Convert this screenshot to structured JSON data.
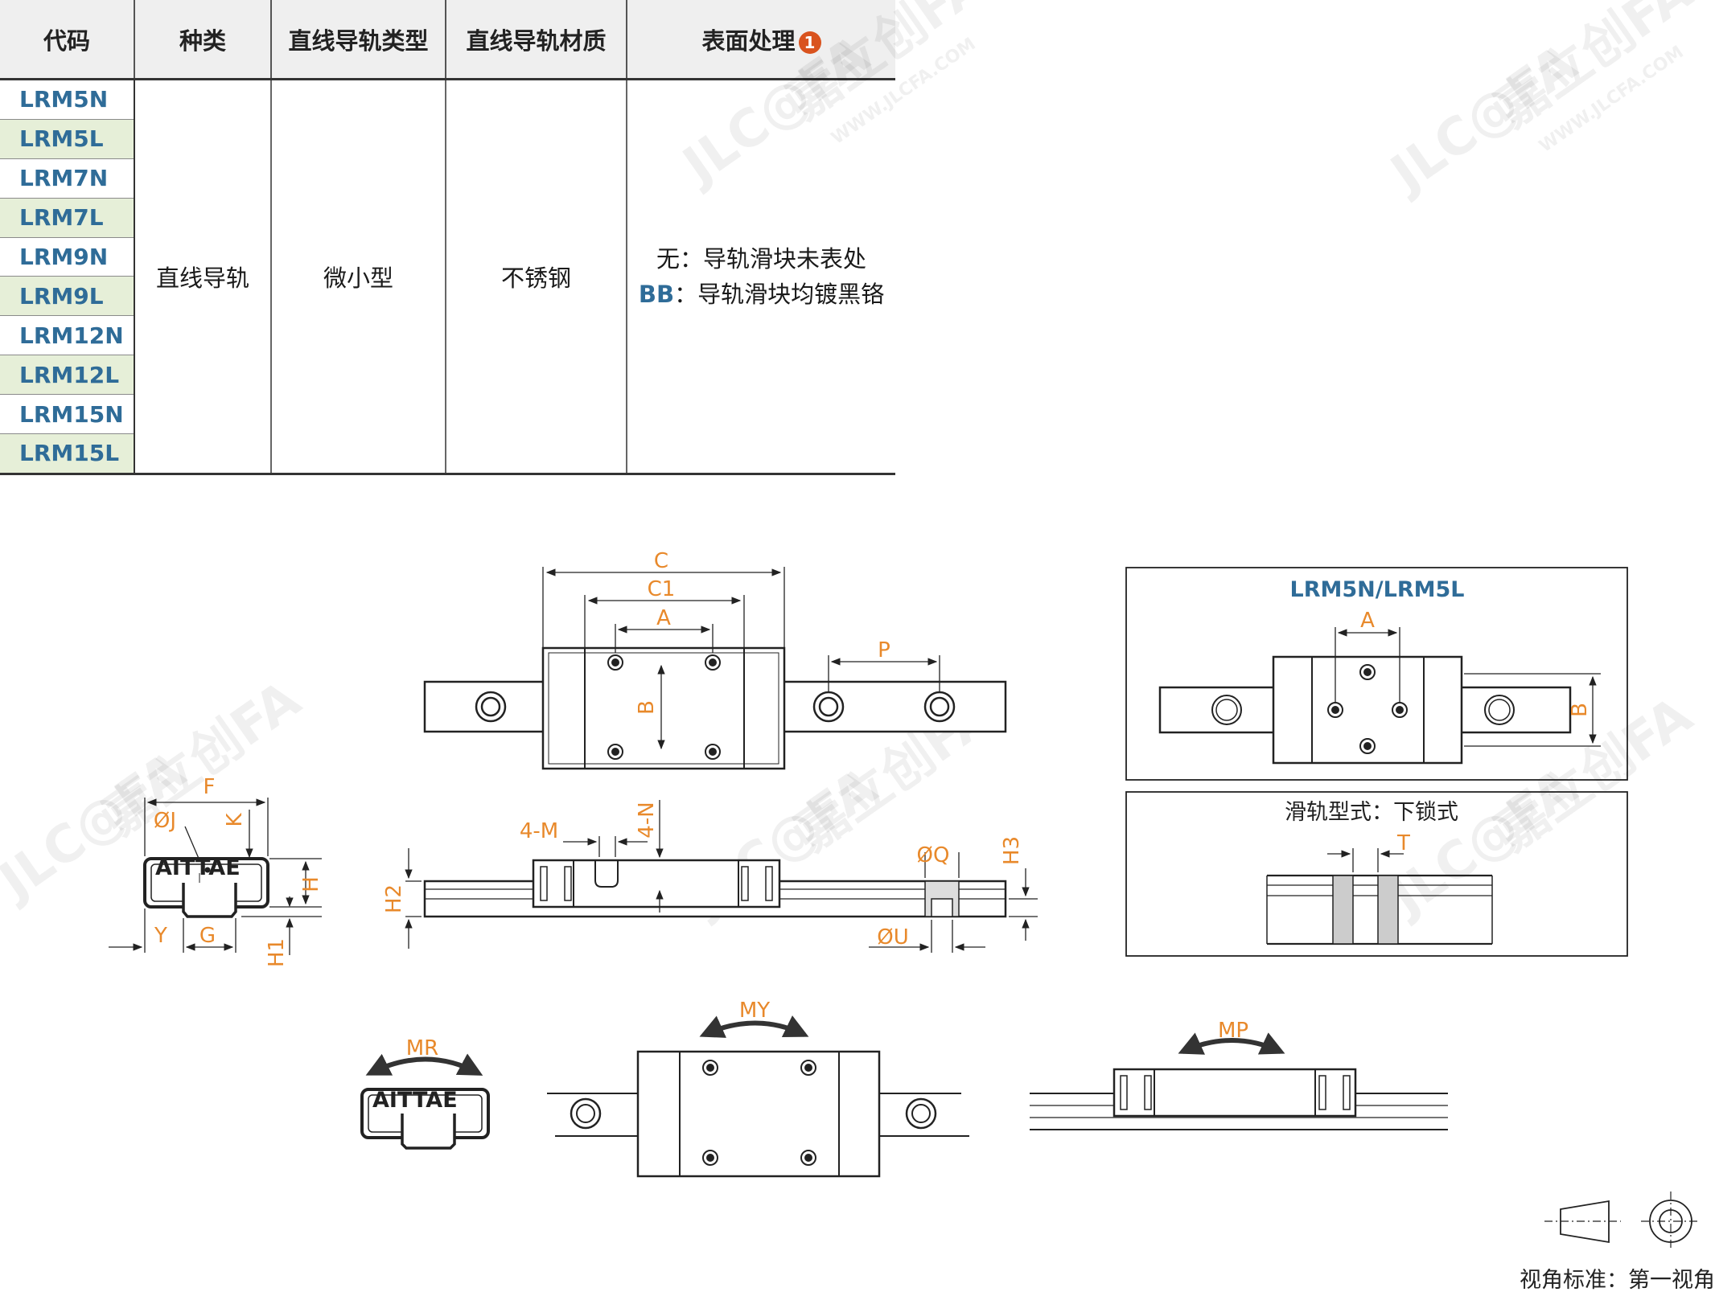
{
  "table": {
    "headers": {
      "code": "代码",
      "kind": "种类",
      "rail_type": "直线导轨类型",
      "rail_material": "直线导轨材质",
      "surface": "表面处理",
      "surface_note_badge": "1"
    },
    "codes": [
      "LRM5N",
      "LRM5L",
      "LRM7N",
      "LRM7L",
      "LRM9N",
      "LRM9L",
      "LRM12N",
      "LRM12L",
      "LRM15N",
      "LRM15L"
    ],
    "kind": "直线导轨",
    "rail_type": "微小型",
    "rail_material": "不锈钢",
    "surface_none": "无：导轨滑块未表处",
    "surface_bb_code": "BB",
    "surface_bb_text": "：导轨滑块均镀黑铬"
  },
  "drawings": {
    "dims_top": {
      "C": "C",
      "C1": "C1",
      "A": "A",
      "B": "B",
      "P": "P"
    },
    "dims_end": {
      "F": "F",
      "J": "ØJ",
      "K": "K",
      "H": "H",
      "H1": "H1",
      "Y": "Y",
      "G": "G",
      "logo": "AITTAE"
    },
    "dims_side": {
      "M": "4-M",
      "N": "4-N",
      "H2": "H2",
      "H3": "H3",
      "Q": "ØQ",
      "U": "ØU"
    },
    "moments": {
      "MR": "MR",
      "MY": "MY",
      "MP": "MP"
    }
  },
  "inset_lrm5": {
    "title": "LRM5N/LRM5L",
    "A": "A",
    "B": "B"
  },
  "inset_lock": {
    "title": "滑轨型式：下锁式",
    "T": "T"
  },
  "projection": {
    "label": "视角标准：第一视角"
  },
  "watermark": {
    "brand_cn": "嘉立创FA",
    "brand_en": "JLC@FA",
    "url": "WWW.JLCFA.COM"
  },
  "colors": {
    "dimension": "#e8892b",
    "code_text": "#2f6c98",
    "alt_row": "#e6efd8",
    "header_bg": "#efefef",
    "badge": "#d9531e"
  }
}
